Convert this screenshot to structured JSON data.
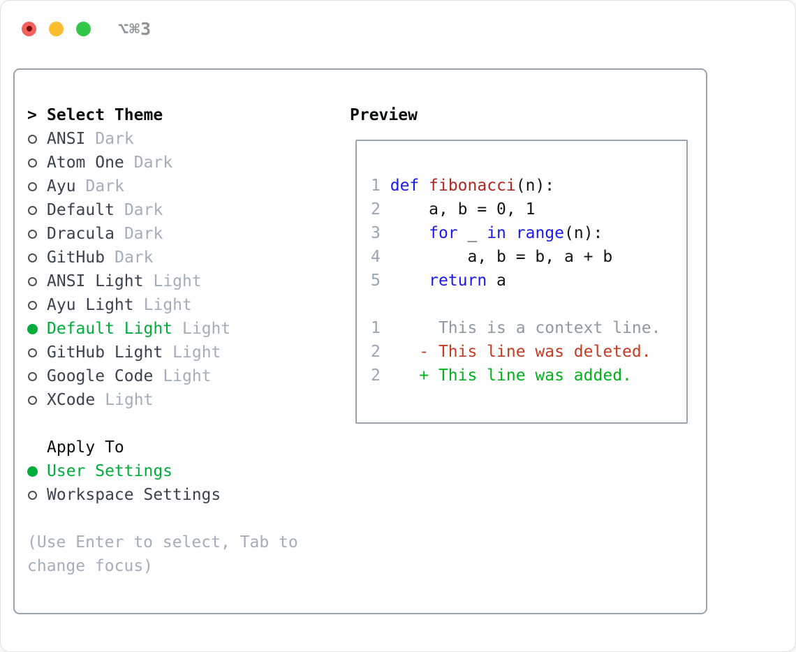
{
  "titlebar": {
    "shortcut": "⌥⌘3"
  },
  "colors": {
    "accent-green": "#00ad3b",
    "diff-green": "#00b31b",
    "diff-red": "#c93a22",
    "keyword-blue": "#1b18f2",
    "function-red": "#b2271f",
    "line-number": "#9aa5b3",
    "context-gray": "#8f99a3",
    "muted-gray": "#a4aeba",
    "name-dark": "#3a424e",
    "border-gray": "#9aa3ae",
    "traffic-red": "#f4605b",
    "traffic-yellow": "#fbbd2d",
    "traffic-green": "#33c748"
  },
  "left": {
    "header": {
      "marker": ">",
      "label": "Select Theme"
    },
    "themes": [
      {
        "name": "ANSI",
        "variant": "Dark",
        "selected": false
      },
      {
        "name": "Atom One",
        "variant": "Dark",
        "selected": false
      },
      {
        "name": "Ayu",
        "variant": "Dark",
        "selected": false
      },
      {
        "name": "Default",
        "variant": "Dark",
        "selected": false
      },
      {
        "name": "Dracula",
        "variant": "Dark",
        "selected": false
      },
      {
        "name": "GitHub",
        "variant": "Dark",
        "selected": false
      },
      {
        "name": "ANSI Light",
        "variant": "Light",
        "selected": false
      },
      {
        "name": "Ayu Light",
        "variant": "Light",
        "selected": false
      },
      {
        "name": "Default Light",
        "variant": "Light",
        "selected": true
      },
      {
        "name": "GitHub Light",
        "variant": "Light",
        "selected": false
      },
      {
        "name": "Google Code",
        "variant": "Light",
        "selected": false
      },
      {
        "name": "XCode",
        "variant": "Light",
        "selected": false
      }
    ],
    "apply_to": {
      "label": "Apply To",
      "options": [
        {
          "label": "User Settings",
          "selected": true
        },
        {
          "label": "Workspace Settings",
          "selected": false
        }
      ]
    },
    "hint": "(Use Enter to select, Tab to change focus)"
  },
  "preview": {
    "label": "Preview",
    "lines": [
      {
        "num": "1",
        "segs": [
          {
            "t": " "
          },
          {
            "t": "def"
          },
          {
            "t": " "
          },
          {
            "t": "fibonacci"
          },
          {
            "t": "(n):"
          }
        ]
      },
      {
        "num": "2",
        "segs": [
          {
            "t": "     a, b = 0, 1"
          }
        ]
      },
      {
        "num": "3",
        "segs": [
          {
            "t": "     "
          },
          {
            "t": "for"
          },
          {
            "t": " _ "
          },
          {
            "t": "in"
          },
          {
            "t": " "
          },
          {
            "t": "range"
          },
          {
            "t": "(n):"
          }
        ]
      },
      {
        "num": "4",
        "segs": [
          {
            "t": "         a, b = b, a + b"
          }
        ]
      },
      {
        "num": "5",
        "segs": [
          {
            "t": "     "
          },
          {
            "t": "return"
          },
          {
            "t": " a"
          }
        ]
      },
      {
        "num": "",
        "segs": []
      },
      {
        "num": "1",
        "segs": [
          {
            "t": "      This is a context line."
          }
        ]
      },
      {
        "num": "2",
        "segs": [
          {
            "t": "    - This line was deleted."
          }
        ]
      },
      {
        "num": "2",
        "segs": [
          {
            "t": "    + This line was added."
          }
        ]
      }
    ]
  }
}
